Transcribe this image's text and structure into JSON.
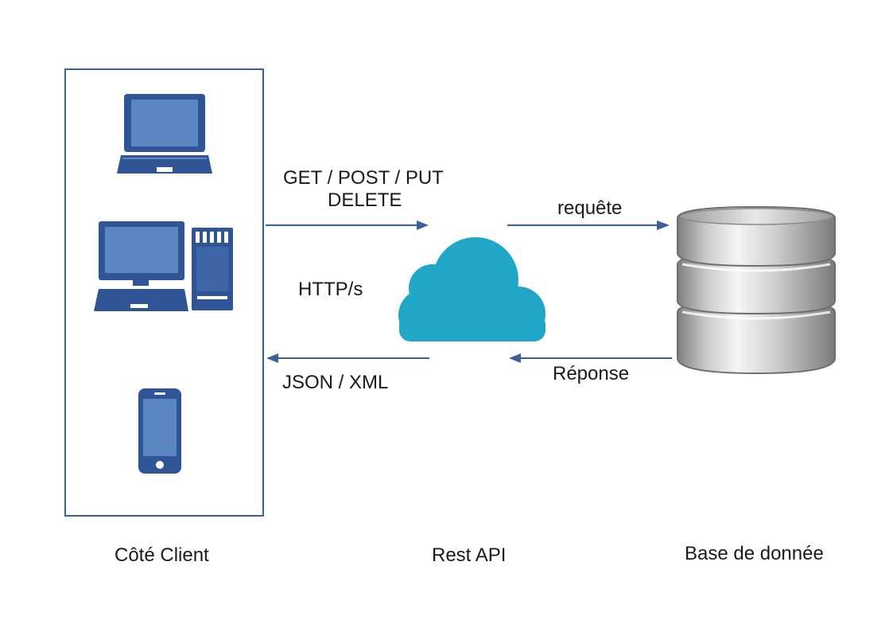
{
  "client": {
    "caption": "Côté Client",
    "devices": [
      "laptop-icon",
      "desktop-computer-icon",
      "smartphone-icon"
    ]
  },
  "api": {
    "caption": "Rest API",
    "protocol": "HTTP/s",
    "icon": "cloud-icon"
  },
  "database": {
    "caption": "Base de donnée",
    "icon": "database-icon"
  },
  "flows": {
    "client_to_api_line1": "GET / POST / PUT",
    "client_to_api_line2": "DELETE",
    "api_to_client": "JSON / XML",
    "api_to_db": "requête",
    "db_to_api": "Réponse"
  },
  "colors": {
    "device_dark": "#2f5597",
    "device_screen": "#5b86c2",
    "cloud": "#20a7c7",
    "arrow": "#3c5f9a",
    "database": "#b5b5b5"
  }
}
